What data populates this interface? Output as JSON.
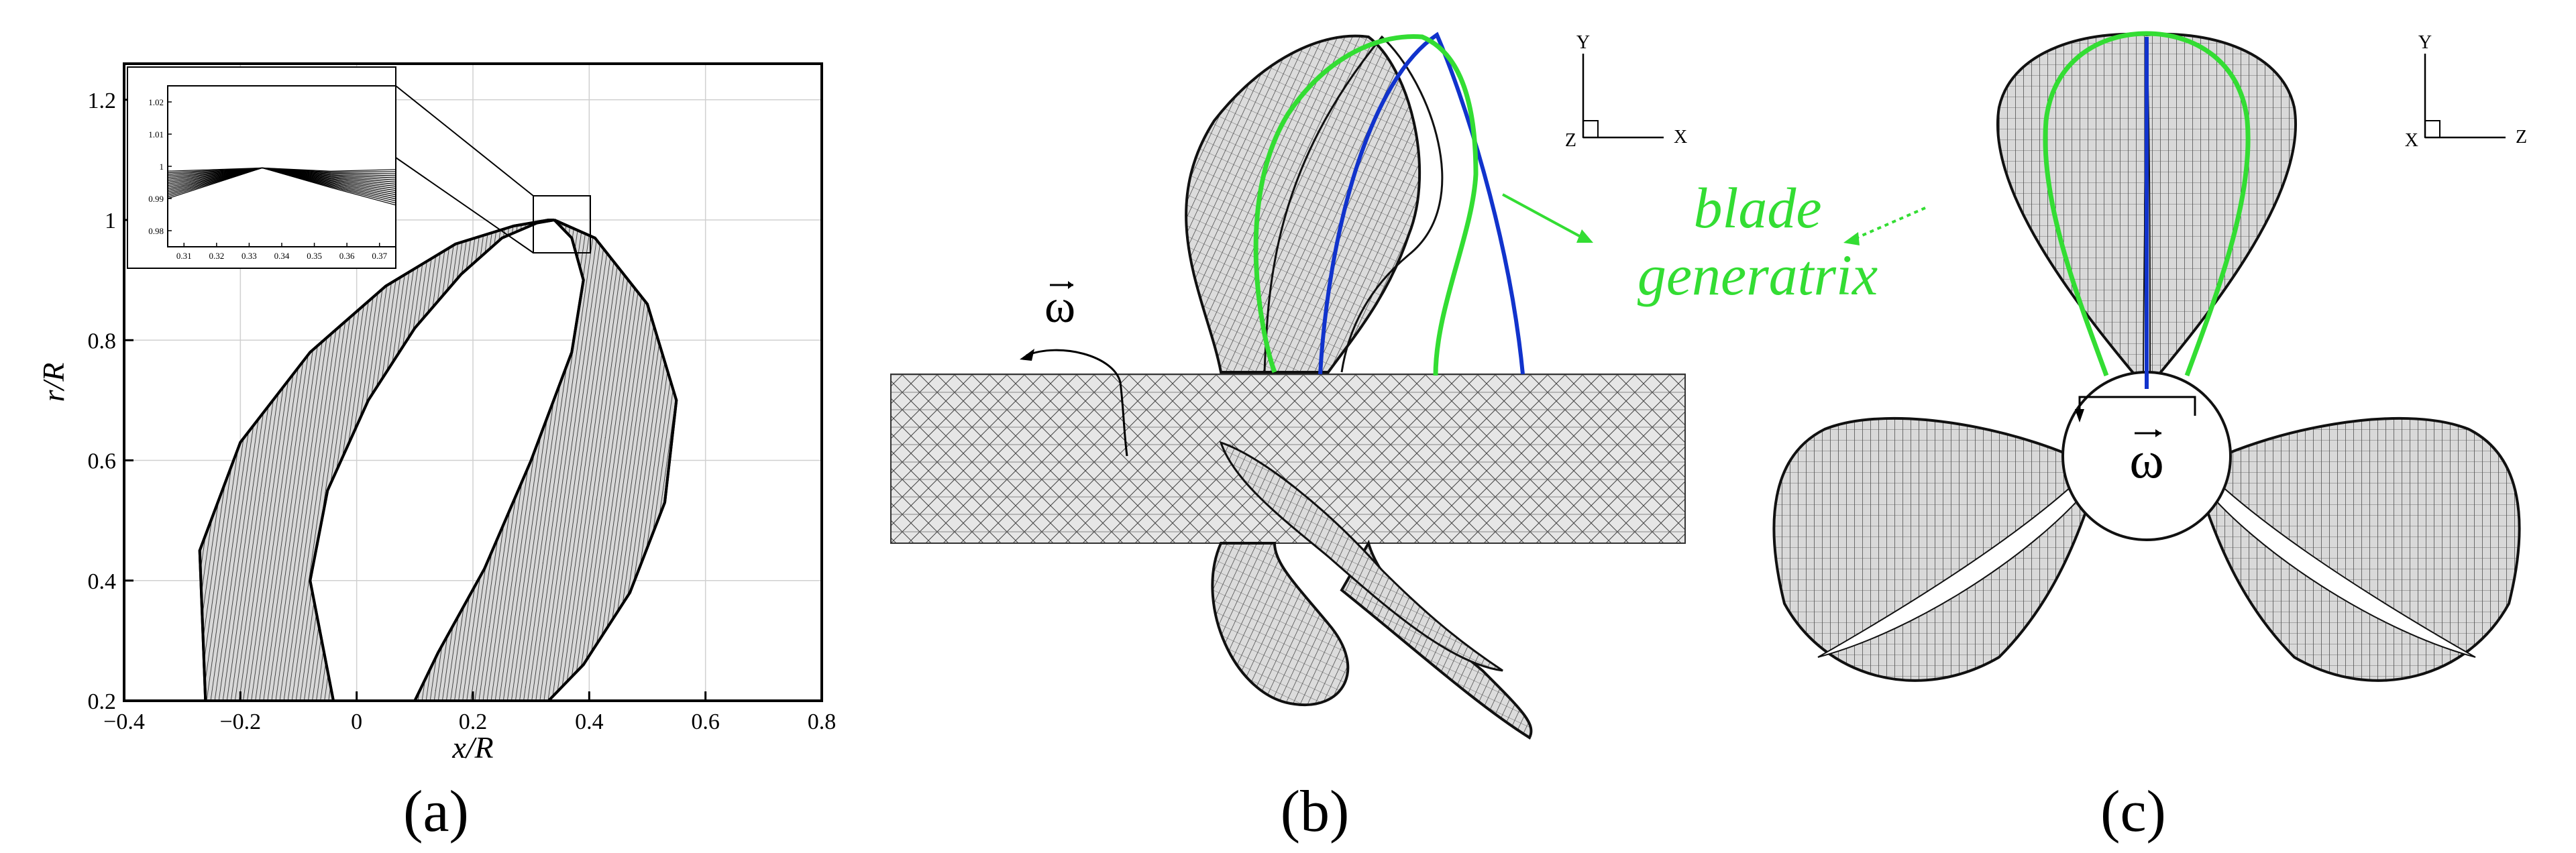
{
  "panels": {
    "a": {
      "caption": "(a)",
      "xlabel": "x/R",
      "ylabel": "r/R",
      "x_ticks": [
        "−0.4",
        "−0.2",
        "0",
        "0.2",
        "0.4",
        "0.6",
        "0.8"
      ],
      "y_ticks": [
        "0.2",
        "0.4",
        "0.6",
        "0.8",
        "1",
        "1.2"
      ],
      "inset": {
        "x_ticks": [
          "0.31",
          "0.32",
          "0.33",
          "0.34",
          "0.35",
          "0.36",
          "0.37"
        ],
        "y_ticks": [
          "0.98",
          "0.99",
          "1",
          "1.01",
          "1.02"
        ]
      }
    },
    "b": {
      "caption": "(b)",
      "omega_symbol": "ω",
      "axis_y": "Y",
      "axis_x": "X",
      "axis_z": "Z",
      "annotation_line1": "blade",
      "annotation_line2": "generatrix"
    },
    "c": {
      "caption": "(c)",
      "omega_symbol": "ω",
      "axis_y": "Y",
      "axis_x": "X",
      "axis_z": "Z"
    }
  },
  "colors": {
    "generatrix": "#33dd33",
    "blade_axis": "#1133cc",
    "mesh": "#111111"
  },
  "chart_data": {
    "type": "line",
    "xlabel": "x/R",
    "ylabel": "r/R",
    "xlim": [
      -0.4,
      0.8
    ],
    "ylim": [
      0.2,
      1.26
    ],
    "grid": true,
    "series": [
      {
        "x": [
          -0.04,
          -0.08,
          -0.05,
          0.02,
          0.1,
          0.18,
          0.25,
          0.31,
          0.34
        ],
        "y": [
          0.2,
          0.4,
          0.55,
          0.7,
          0.82,
          0.91,
          0.97,
          0.995,
          1.0
        ]
      },
      {
        "x": [
          0.34,
          0.37,
          0.39,
          0.37,
          0.3,
          0.22,
          0.14,
          0.1
        ],
        "y": [
          1.0,
          0.97,
          0.9,
          0.78,
          0.6,
          0.42,
          0.28,
          0.2
        ]
      },
      {
        "x": [
          -0.26,
          -0.27,
          -0.2,
          -0.08,
          0.05,
          0.17,
          0.27,
          0.33,
          0.34
        ],
        "y": [
          0.2,
          0.45,
          0.63,
          0.78,
          0.89,
          0.96,
          0.99,
          1.0,
          1.0
        ]
      },
      {
        "x": [
          0.34,
          0.41,
          0.5,
          0.55,
          0.53,
          0.47,
          0.39,
          0.33
        ],
        "y": [
          1.0,
          0.97,
          0.86,
          0.7,
          0.53,
          0.38,
          0.26,
          0.2
        ]
      }
    ]
  }
}
